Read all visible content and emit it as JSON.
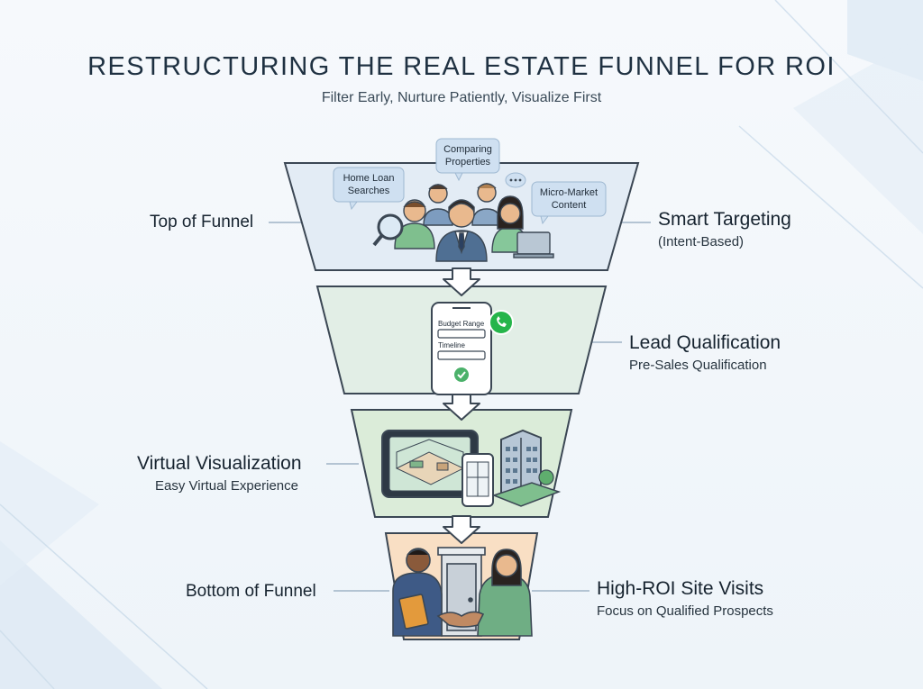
{
  "header": {
    "title": "RESTRUCTURING THE REAL ESTATE FUNNEL FOR ROI",
    "subtitle": "Filter Early, Nurture Patiently, Visualize First"
  },
  "stages": [
    {
      "left_label": "Top of Funnel",
      "right_title": "Smart Targeting",
      "right_sub": "(Intent-Based)",
      "bubbles": [
        "Home Loan Searches",
        "Comparing Properties",
        "Micro-Market Content"
      ],
      "color": "#e3ecf5"
    },
    {
      "right_title": "Lead Qualification",
      "right_sub": "Pre-Sales Qualification",
      "form_fields": [
        "Budget Range",
        "Timeline"
      ],
      "color": "#e2eee6"
    },
    {
      "left_title": "Virtual Visualization",
      "left_sub": "Easy Virtual Experience",
      "color": "#dbecd9"
    },
    {
      "left_label": "Bottom of Funnel",
      "right_title": "High-ROI Site Visits",
      "right_sub": "Focus on Qualified Prospects",
      "color": "#f9dfc4"
    }
  ],
  "colors": {
    "outline": "#3b4754",
    "whatsapp": "#25b54a",
    "check": "#4bb16a",
    "connector": "#9fb3c6"
  }
}
